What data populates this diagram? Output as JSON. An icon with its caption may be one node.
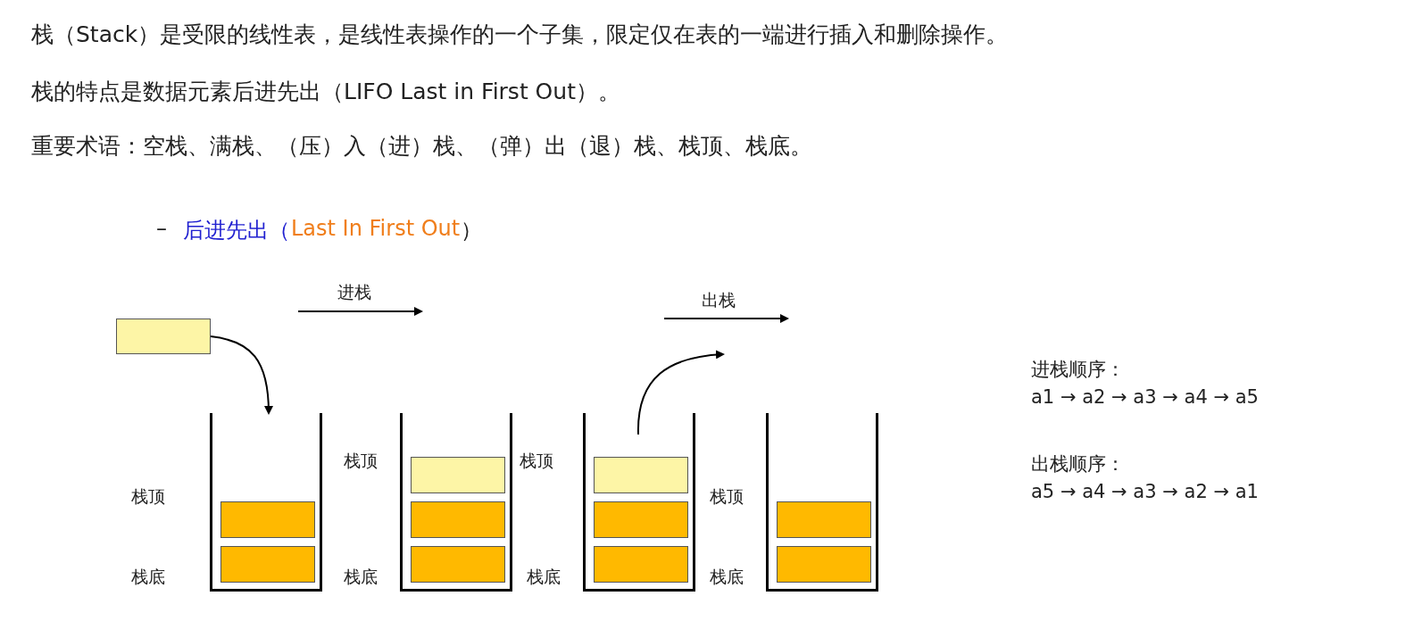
{
  "diagram": {
    "nodes": [
      {
        "text": [],
        "shape": "box"
      },
      {
        "text": [],
        "shape": "container"
      },
      {
        "text": [],
        "shape": "box",
        "in": 1
      },
      {
        "text": [],
        "shape": "box",
        "in": 1
      },
      {
        "text": [],
        "shape": "container"
      },
      {
        "text": [],
        "shape": "box",
        "in": 4
      },
      {
        "text": [],
        "shape": "box",
        "in": 4
      },
      {
        "text": [],
        "shape": "box",
        "in": 4
      },
      {
        "text": [],
        "shape": "container"
      },
      {
        "text": [],
        "shape": "box",
        "in": 8
      },
      {
        "text": [],
        "shape": "box",
        "in": 8
      },
      {
        "text": [],
        "shape": "box",
        "in": 8
      },
      {
        "text": [],
        "shape": "container"
      },
      {
        "text": [],
        "shape": "box",
        "in": 12
      },
      {
        "text": [],
        "shape": "box",
        "in": 12
      }
    ],
    "edges": [
      {
        "from": 0,
        "to": 1,
        "arrow": "to"
      },
      {
        "from": 9,
        "to": null,
        "arrow": "to"
      }
    ],
    "labels": [
      "栈（Stack）是受限的线性表，是线性表操作的一个子集，限定仅在表的一端进行插入和删除操作。",
      "栈的特点是数据元素后进先出（LIFO  Last in First Out）。",
      "重要术语：空栈、满栈、（压）入（进）栈、（弹）出（退）栈、栈顶、栈底。",
      "–",
      "后进先出（",
      "Last In First Out",
      "）",
      "进栈",
      "出栈",
      "进栈顺序：",
      "a1 → a2 → a3 → a4 → a5",
      "栈顶",
      "栈顶",
      "栈顶",
      "栈顶",
      "出栈顺序：",
      "a5 → a4 → a3 → a2 → a1",
      "栈底",
      "栈底",
      "栈底",
      "栈底"
    ]
  }
}
